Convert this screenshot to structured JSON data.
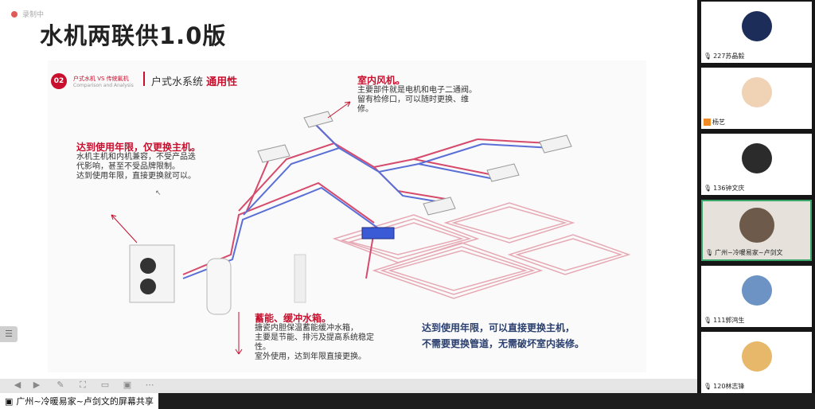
{
  "recording": {
    "label": "录制中"
  },
  "slide": {
    "title": "水机两联供1.0版",
    "badge": {
      "number": "02",
      "line1": "户式水机 VS 传统氟机",
      "line2": "Comparison and Analysis"
    },
    "system_title": "户式水系统",
    "system_title_emph": "通用性",
    "callout_left": {
      "heading": "达到使用年限，仅更换主机。",
      "lines": [
        "水机主机和内机兼容，不受产品迭",
        "代影响，甚至不受品牌限制。",
        "达到使用年限，直接更换就可以。"
      ]
    },
    "callout_top": {
      "heading": "室内风机。",
      "lines": [
        "主要部件就是电机和电子二通阀。",
        "留有检修口，可以随时更换、维",
        "修。"
      ]
    },
    "callout_bottom": {
      "heading": "蓄能、缓冲水箱。",
      "lines": [
        "搪瓷内胆保温蓄能缓冲水箱，",
        "主要是节能、排污及提高系统稳定",
        "性。",
        "室外使用，达到年限直接更换。"
      ]
    },
    "note": [
      "达到使用年限，可以直接更换主机，",
      "不需要更换管道，无需破坏室内装修。"
    ]
  },
  "share_status": {
    "label": "广州~冷暖易家~卢剑文的屏幕共享"
  },
  "participants": [
    {
      "name": "227苏晶毅",
      "avatar_color": "#1d2d5a",
      "active": false
    },
    {
      "name": "杨艺",
      "avatar_color": "#f0d2b4",
      "active": false
    },
    {
      "name": "136钟文庆",
      "avatar_color": "#2b2b2b",
      "active": false
    },
    {
      "name": "广州~冷暖易家~卢剑文",
      "avatar_color": "#6e5a4a",
      "active": true
    },
    {
      "name": "111郭鸿生",
      "avatar_color": "#6d93c4",
      "active": false
    },
    {
      "name": "120林志锋",
      "avatar_color": "#e8b86a",
      "active": false
    }
  ],
  "colors": {
    "accent": "#c8102e",
    "pipe_red": "#d64a6c",
    "pipe_blue": "#5a6fd6",
    "active_border": "#3aa86b"
  }
}
